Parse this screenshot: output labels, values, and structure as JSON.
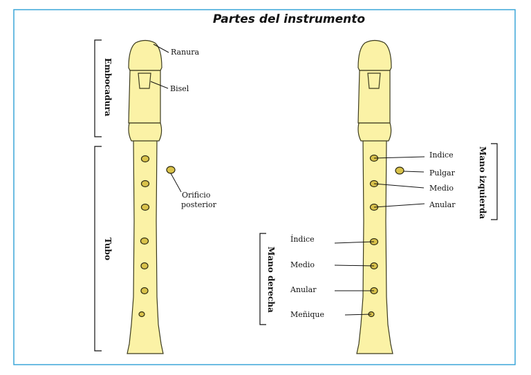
{
  "title": "Partes del instrumento",
  "left": {
    "labels": {
      "ranura": "Ranura",
      "bisel": "Bisel",
      "orificio_line1": "Orificio",
      "orificio_line2": "posterior"
    },
    "sections": {
      "embocadura": "Embocadura",
      "tubo": "Tubo"
    }
  },
  "right": {
    "left_hand": {
      "heading": "Mano izquierda",
      "fingers": [
        "Indice",
        "Pulgar",
        "Medio",
        "Anular"
      ]
    },
    "right_hand": {
      "heading": "Mano derecha",
      "fingers": [
        "Índice",
        "Medio",
        "Anular",
        "Meñique"
      ]
    }
  },
  "colors": {
    "frame": "#3aa6d8",
    "recorder_body": "#fbf2a6",
    "hole": "#d9c24a"
  }
}
